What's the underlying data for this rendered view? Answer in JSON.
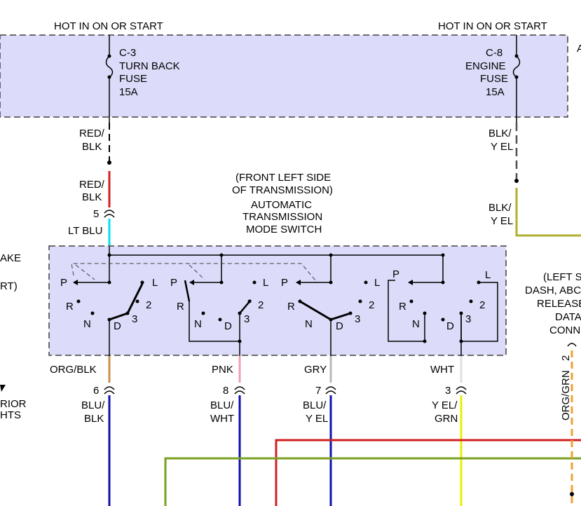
{
  "power": {
    "left_label": "HOT IN ON OR START",
    "right_label": "HOT IN ON OR START",
    "fuse_left": {
      "id": "C-3",
      "line1": "TURN BACK",
      "line2": "FUSE",
      "rating": "15A"
    },
    "fuse_right": {
      "id": "C-8",
      "line1": "ENGINE",
      "line2": "FUSE",
      "rating": "15A"
    },
    "edge_char": "A"
  },
  "wires": {
    "red_blk_a1": "RED/",
    "red_blk_a2": "BLK",
    "red_blk_b1": "RED/",
    "red_blk_b2": "BLK",
    "blk_yel_a1": "BLK/",
    "blk_yel_a2": "Y EL",
    "blk_yel_b1": "BLK/",
    "blk_yel_b2": "Y EL",
    "lt_blu": "LT BLU",
    "pin5": "5",
    "org_blk": "ORG/BLK",
    "pnk": "PNK",
    "gry": "GRY",
    "wht": "WHT",
    "pin6": "6",
    "pin8": "8",
    "pin7": "7",
    "pin3": "3",
    "blu_blk1": "BLU/",
    "blu_blk2": "BLK",
    "blu_wht1": "BLU/",
    "blu_wht2": "WHT",
    "blu_yel1": "BLU/",
    "blu_yel2": "Y EL",
    "yel_grn1": "Y EL/",
    "yel_grn2": "GRN",
    "org_grn": "ORG/GRN",
    "pin2": "2"
  },
  "switch": {
    "location1": "(FRONT LEFT SIDE",
    "location2": "OF TRANSMISSION)",
    "name1": "AUTOMATIC",
    "name2": "TRANSMISSION",
    "name3": "MODE SWITCH",
    "sections": [
      {
        "p": "P",
        "l": "L",
        "r": "R",
        "n": "N",
        "d": "D",
        "two": "2",
        "three": "3"
      },
      {
        "p": "P",
        "l": "L",
        "r": "R",
        "n": "N",
        "d": "D",
        "two": "2",
        "three": "3"
      },
      {
        "p": "P",
        "l": "L",
        "r": "R",
        "n": "N",
        "d": "D",
        "two": "2",
        "three": "3"
      },
      {
        "p": "P",
        "l": "L",
        "r": "R",
        "n": "N",
        "d": "D",
        "two": "2",
        "three": "3"
      }
    ]
  },
  "cutoff_left": {
    "t1": "AKE",
    "t2": "RT)",
    "t3": "RIOR",
    "t4": "HTS"
  },
  "cutoff_right": {
    "t1": "(LEFT S",
    "t2": "DASH, ABC",
    "t3": "RELEASE",
    "t4": "DATA",
    "t5": "CONNI"
  },
  "colors": {
    "box_fill": "#dcdcfa",
    "red": "#d02020",
    "lt_blue": "#00e0f0",
    "org_blk": "#c8904a",
    "pink": "#f0a0b0",
    "gray": "#b8b8b8",
    "white_wire": "#e8e8e8",
    "blue": "#1010b0",
    "yellow": "#e8f000",
    "olive": "#7aa020",
    "orange": "#f0a030",
    "dark_gray": "#505050"
  }
}
